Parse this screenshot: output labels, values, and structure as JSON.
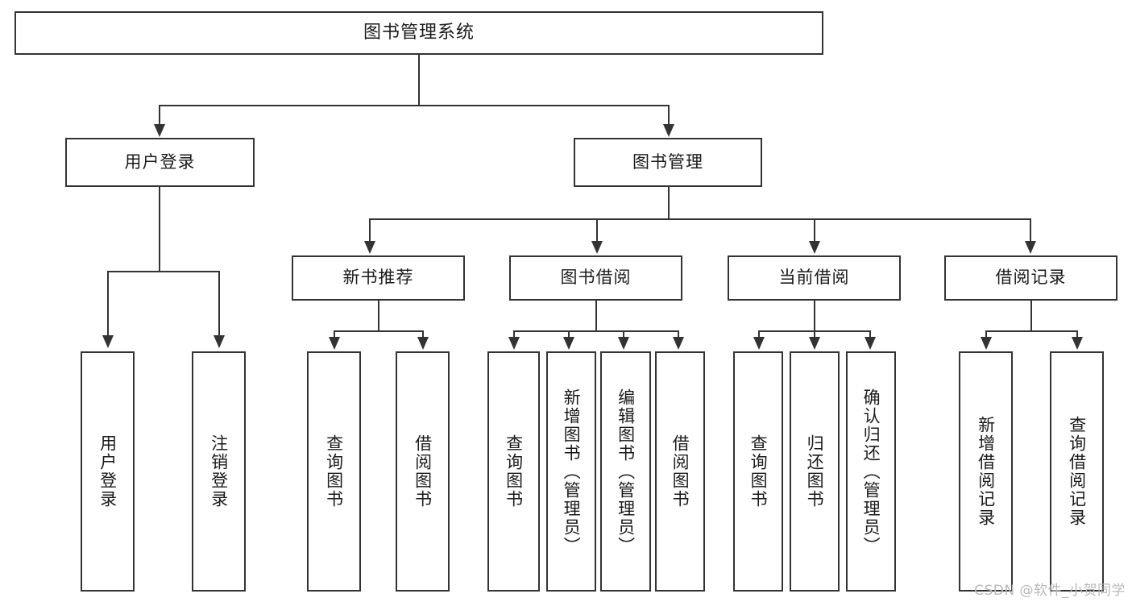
{
  "diagram": {
    "title": "图书管理系统",
    "root": {
      "label": "图书管理系统"
    },
    "level2": [
      {
        "label": "用户登录"
      },
      {
        "label": "图书管理"
      }
    ],
    "level3": [
      {
        "label": "新书推荐"
      },
      {
        "label": "图书借阅"
      },
      {
        "label": "当前借阅"
      },
      {
        "label": "借阅记录"
      }
    ],
    "leaves": {
      "user_login": [
        {
          "label": "用户登录"
        },
        {
          "label": "注销登录"
        }
      ],
      "new_book_recommend": [
        {
          "label": "查询图书"
        },
        {
          "label": "借阅图书"
        }
      ],
      "book_borrow": [
        {
          "label": "查询图书"
        },
        {
          "label": "新增图书（管理员）"
        },
        {
          "label": "编辑图书（管理员）"
        },
        {
          "label": "借阅图书"
        }
      ],
      "current_borrow": [
        {
          "label": "查询图书"
        },
        {
          "label": "归还图书"
        },
        {
          "label": "确认归还（管理员）"
        }
      ],
      "borrow_record": [
        {
          "label": "新增借阅记录"
        },
        {
          "label": "查询借阅记录"
        }
      ]
    }
  },
  "watermark": {
    "text": "CSDN @软件_小贺同学",
    "color": "#b9b9b9"
  },
  "style": {
    "line_color": "#333333",
    "box_fill": "#ffffff",
    "text_color": "#1a1a1a"
  }
}
